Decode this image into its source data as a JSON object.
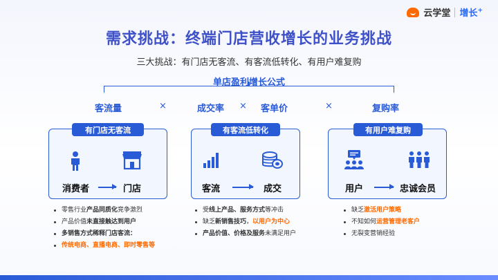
{
  "logo": {
    "brand": "云学堂",
    "product": "增长",
    "plus": "+"
  },
  "title": "需求挑战：终端门店营收增长的业务挑战",
  "subtitle": "三大挑战：有门店无客流、有客流低转化、有用户难复购",
  "formula": {
    "title": "单店盈利增长公式",
    "terms": [
      "客流量",
      "成交率",
      "客单价",
      "复购率"
    ],
    "operator": "×"
  },
  "cards": [
    {
      "title": "有门店无客流",
      "from": "消费者",
      "to": "门店",
      "from_icon": "person-icon",
      "to_icon": "storefront-icon",
      "bullets": [
        [
          {
            "t": "零售行业"
          },
          {
            "t": "产品同质化",
            "s": "strong"
          },
          {
            "t": "竞争激烈"
          }
        ],
        [
          {
            "t": "产品价值"
          },
          {
            "t": "未直接触达到用户",
            "s": "strong"
          }
        ],
        [
          {
            "t": "多销售方式稀释门店客流：",
            "s": "strong"
          }
        ],
        [
          {
            "t": "传统电商、直播电商、即时零售等",
            "s": "orange"
          }
        ]
      ]
    },
    {
      "title": "有客流低转化",
      "from": "客流",
      "to": "成交",
      "from_icon": "bar-chart-icon",
      "to_icon": "coins-icon",
      "bullets": [
        [
          {
            "t": "受"
          },
          {
            "t": "线上产品、服务方式",
            "s": "strong"
          },
          {
            "t": "等冲击"
          }
        ],
        [
          {
            "t": "缺乏"
          },
          {
            "t": "新销售技巧",
            "s": "strong"
          },
          {
            "t": "，"
          },
          {
            "t": "以用户为中心",
            "s": "orange"
          }
        ],
        [
          {
            "t": "产品价值、价格及服务",
            "s": "strong"
          },
          {
            "t": "未满足用户"
          }
        ]
      ]
    },
    {
      "title": "有用户难复购",
      "from": "用户",
      "to": "忠诚会员",
      "from_icon": "user-group-chat-icon",
      "to_icon": "members-icon",
      "bullets": [
        [
          {
            "t": "缺乏"
          },
          {
            "t": "激活用户策略",
            "s": "orange"
          }
        ],
        [
          {
            "t": "不知如何"
          },
          {
            "t": "运营管理老客户",
            "s": "orange"
          }
        ],
        [
          {
            "t": "无裂变营销经验"
          }
        ]
      ]
    }
  ],
  "colors": {
    "primary": "#2a5bd7",
    "title": "#3f51c8",
    "accent": "#ff6a00"
  }
}
